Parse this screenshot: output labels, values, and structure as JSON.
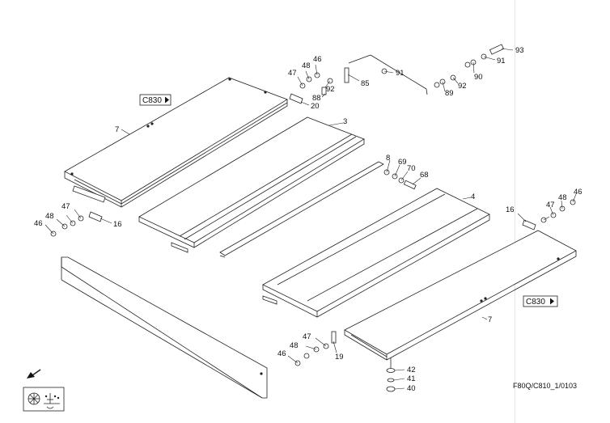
{
  "diagram": {
    "reference_code": "F80Q/C810_1/0103",
    "callouts": [
      {
        "id": "c93",
        "label": "93"
      },
      {
        "id": "c91b",
        "label": "91"
      },
      {
        "id": "c90",
        "label": "90"
      },
      {
        "id": "c92b",
        "label": "92"
      },
      {
        "id": "c89",
        "label": "89"
      },
      {
        "id": "c91a",
        "label": "91"
      },
      {
        "id": "c85",
        "label": "85"
      },
      {
        "id": "c46a",
        "label": "46"
      },
      {
        "id": "c48a",
        "label": "48"
      },
      {
        "id": "c47a",
        "label": "47"
      },
      {
        "id": "c92a",
        "label": "92"
      },
      {
        "id": "c88",
        "label": "88"
      },
      {
        "id": "c20",
        "label": "20"
      },
      {
        "id": "c3",
        "label": "3"
      },
      {
        "id": "c7a",
        "label": "7"
      },
      {
        "id": "c8",
        "label": "8"
      },
      {
        "id": "c69",
        "label": "69"
      },
      {
        "id": "c70",
        "label": "70"
      },
      {
        "id": "c68",
        "label": "68"
      },
      {
        "id": "c4",
        "label": "4"
      },
      {
        "id": "c46c",
        "label": "46"
      },
      {
        "id": "c48c",
        "label": "48"
      },
      {
        "id": "c47c",
        "label": "47"
      },
      {
        "id": "c16b",
        "label": "16"
      },
      {
        "id": "c47b",
        "label": "47"
      },
      {
        "id": "c48b",
        "label": "48"
      },
      {
        "id": "c46b",
        "label": "46"
      },
      {
        "id": "c16a",
        "label": "16"
      },
      {
        "id": "c7b",
        "label": "7"
      },
      {
        "id": "c47d",
        "label": "47"
      },
      {
        "id": "c48d",
        "label": "48"
      },
      {
        "id": "c46d",
        "label": "46"
      },
      {
        "id": "c19",
        "label": "19"
      },
      {
        "id": "c42",
        "label": "42"
      },
      {
        "id": "c41",
        "label": "41"
      },
      {
        "id": "c40",
        "label": "40"
      }
    ],
    "badges": [
      {
        "id": "b1",
        "label": "C830"
      },
      {
        "id": "b2",
        "label": "C830"
      }
    ]
  }
}
